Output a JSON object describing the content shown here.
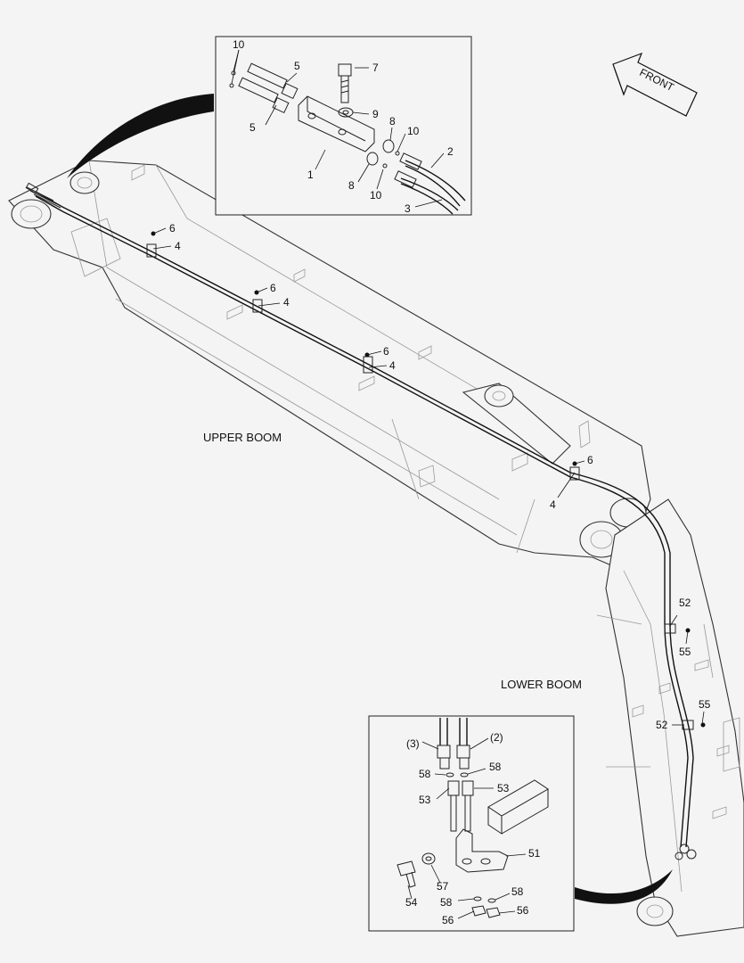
{
  "regions": {
    "upper_boom": "UPPER BOOM",
    "lower_boom": "LOWER BOOM"
  },
  "direction_arrow": {
    "label": "FRONT"
  },
  "top_detail": {
    "callouts": {
      "c10a": "10",
      "c5a": "5",
      "c7": "7",
      "c9": "9",
      "c5b": "5",
      "c8a": "8",
      "c10b": "10",
      "c2": "2",
      "c1": "1",
      "c8b": "8",
      "c10c": "10",
      "c3": "3"
    }
  },
  "boom_callouts": {
    "c6a": "6",
    "c4a": "4",
    "c6b": "6",
    "c4b": "4",
    "c6c": "6",
    "c4c": "4",
    "c6d": "6",
    "c4d": "4",
    "c52a": "52",
    "c55a": "55",
    "c55b": "55",
    "c52b": "52"
  },
  "bottom_detail": {
    "callouts": {
      "c3p": "(3)",
      "c2p": "(2)",
      "c58a": "58",
      "c58b": "58",
      "c53a": "53",
      "c53b": "53",
      "c51": "51",
      "c57": "57",
      "c54": "54",
      "c58c": "58",
      "c58d": "58",
      "c56a": "56",
      "c56b": "56"
    }
  },
  "colors": {
    "ink": "#111111",
    "background": "#f4f4f4"
  }
}
